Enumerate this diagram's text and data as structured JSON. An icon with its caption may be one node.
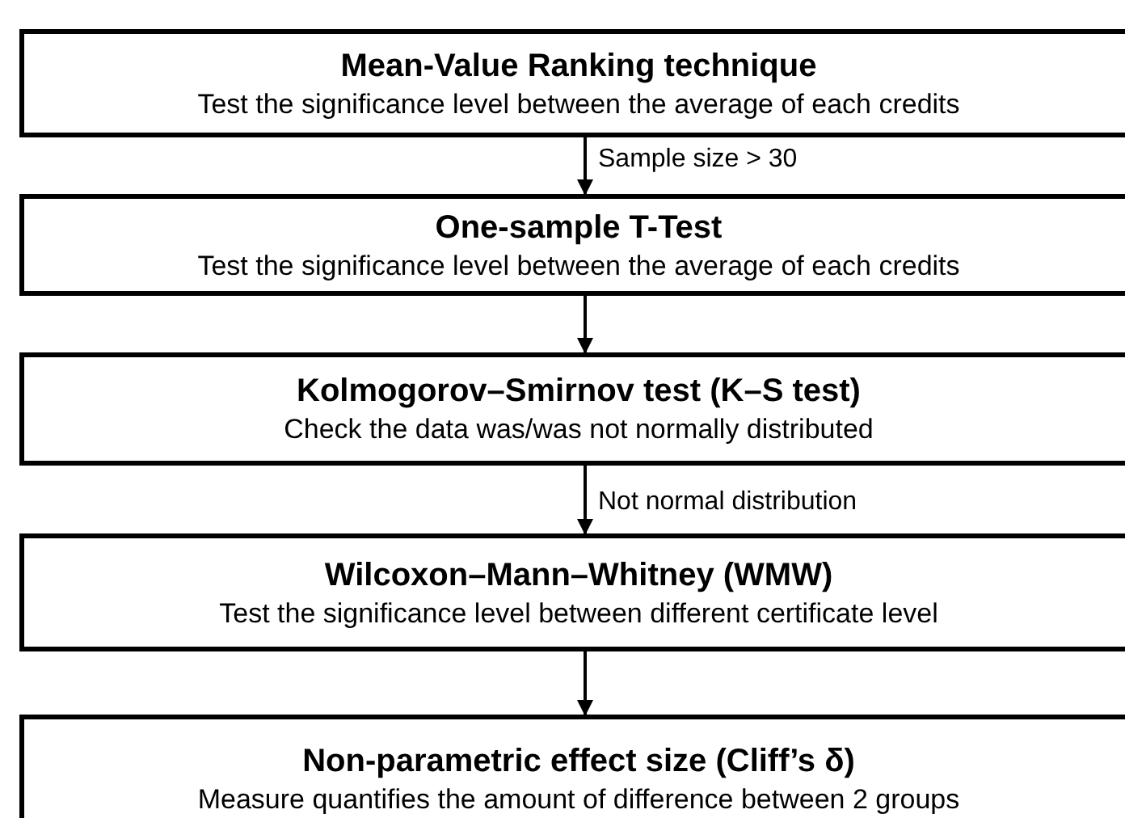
{
  "diagram": {
    "nodes": [
      {
        "text": [
          "Mean-Value Ranking technique",
          "Test the significance level between the average of each credits"
        ]
      },
      {
        "text": [
          "One-sample T-Test",
          "Test the significance level between the average of each credits"
        ]
      },
      {
        "text": [
          "Kolmogorov–Smirnov test (K–S test)",
          "Check the data was/was not normally distributed"
        ]
      },
      {
        "text": [
          "Wilcoxon–Mann–Whitney (WMW)",
          "Test the significance level between different certificate level"
        ]
      },
      {
        "text": [
          "Non-parametric effect size (Cliff’s δ)",
          "Measure quantifies the amount of difference between 2 groups"
        ]
      }
    ],
    "edges": [
      {
        "from": 0,
        "to": 1,
        "arrow": "to",
        "label": "Sample size > 30"
      },
      {
        "from": 1,
        "to": 2,
        "arrow": "to"
      },
      {
        "from": 2,
        "to": 3,
        "arrow": "to",
        "label": "Not normal distribution"
      },
      {
        "from": 3,
        "to": 4,
        "arrow": "to"
      }
    ]
  }
}
